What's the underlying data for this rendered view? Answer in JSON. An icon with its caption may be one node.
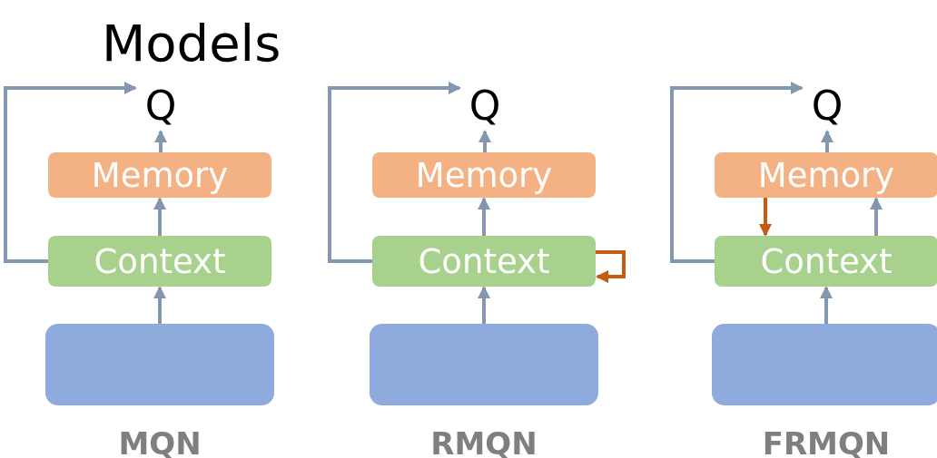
{
  "diagram": {
    "title": "Models",
    "nodes": [
      {
        "text": [
          "Q"
        ]
      },
      {
        "text": [
          "Memory"
        ]
      },
      {
        "text": [
          "Context"
        ]
      },
      {
        "text": [],
        "shape": "box",
        "beside": [
          "MQN"
        ]
      },
      {
        "text": [
          "Q"
        ]
      },
      {
        "text": [
          "Memory"
        ]
      },
      {
        "text": [
          "Context"
        ]
      },
      {
        "text": [],
        "shape": "box",
        "beside": [
          "RMQN"
        ]
      },
      {
        "text": [
          "Q"
        ]
      },
      {
        "text": [
          "Memory"
        ]
      },
      {
        "text": [
          "Context"
        ]
      },
      {
        "text": [],
        "shape": "box",
        "beside": [
          "FRMQN"
        ]
      }
    ],
    "edges": [
      {
        "from": 3,
        "to": 2,
        "arrow": "to"
      },
      {
        "from": 2,
        "to": 1,
        "arrow": "to"
      },
      {
        "from": 1,
        "to": 0,
        "arrow": "to"
      },
      {
        "from": 2,
        "to": 0,
        "arrow": "to"
      },
      {
        "from": 7,
        "to": 6,
        "arrow": "to"
      },
      {
        "from": 6,
        "to": 5,
        "arrow": "to"
      },
      {
        "from": 5,
        "to": 4,
        "arrow": "to"
      },
      {
        "from": 6,
        "to": 4,
        "arrow": "to"
      },
      {
        "from": 6,
        "to": 6,
        "arrow": "to",
        "color": "#c55a11"
      },
      {
        "from": 11,
        "to": 10,
        "arrow": "to"
      },
      {
        "from": 10,
        "to": 9,
        "arrow": "to"
      },
      {
        "from": 9,
        "to": 10,
        "arrow": "to",
        "color": "#c55a11"
      },
      {
        "from": 9,
        "to": 8,
        "arrow": "to"
      },
      {
        "from": 10,
        "to": 8,
        "arrow": "to"
      }
    ]
  }
}
